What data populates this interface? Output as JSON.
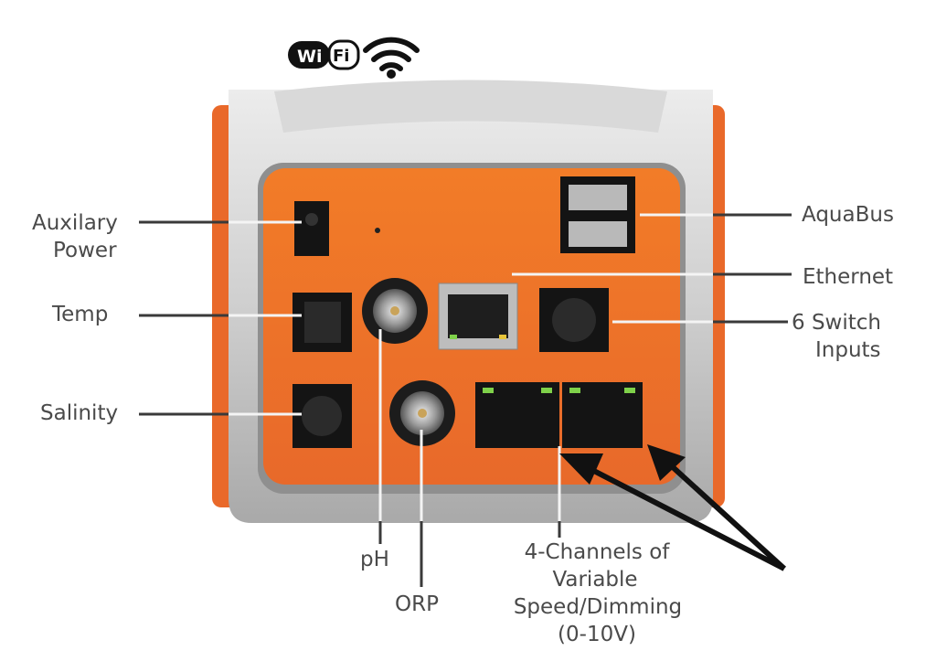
{
  "logo": {
    "wifi_text_a": "Wi",
    "wifi_text_b": "Fi"
  },
  "labels": {
    "aux_line1": "Auxilary",
    "aux_line2": "Power",
    "temp": "Temp",
    "salinity": "Salinity",
    "aquabus": "AquaBus",
    "ethernet": "Ethernet",
    "switch_line1": "6 Switch",
    "switch_line2": "Inputs",
    "ph": "pH",
    "orp": "ORP",
    "channels_line1": "4-Channels of",
    "channels_line2": "Variable",
    "channels_line3": "Speed/Dimming",
    "channels_line4": "(0-10V)"
  },
  "colors": {
    "panel": "#f07a2a",
    "body": "#c9c9c9",
    "text": "#4a4a4a"
  }
}
